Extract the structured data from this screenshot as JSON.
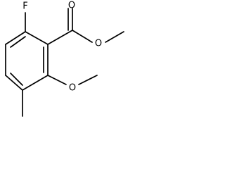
{
  "molecule": {
    "atoms": {
      "fluorine": "F",
      "carbonyl_oxygen": "O",
      "ester_oxygen": "O",
      "ether_oxygen": "O"
    }
  }
}
